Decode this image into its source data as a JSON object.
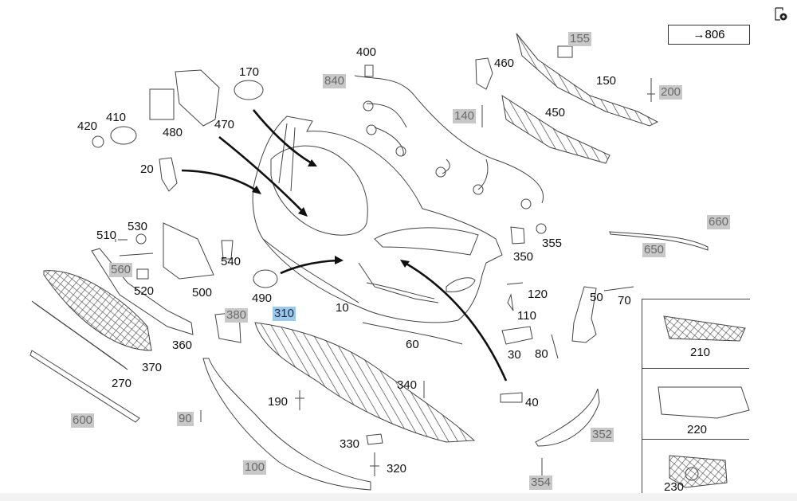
{
  "reference": "→806",
  "icons": {
    "toolbar": "add-document-icon"
  },
  "colors": {
    "highlight": "#9cc8ea",
    "muted_label": "#c8c8c8"
  },
  "labels": {
    "p10": "10",
    "p20": "20",
    "p30": "30",
    "p40": "40",
    "p50": "50",
    "p60": "60",
    "p70": "70",
    "p80": "80",
    "p90": "90",
    "p100": "100",
    "p110": "110",
    "p120": "120",
    "p140": "140",
    "p150": "150",
    "p155": "155",
    "p170": "170",
    "p190": "190",
    "p200": "200",
    "p210": "210",
    "p220": "220",
    "p230": "230",
    "p270": "270",
    "p310": "310",
    "p320": "320",
    "p330": "330",
    "p340": "340",
    "p350": "350",
    "p352": "352",
    "p354": "354",
    "p355": "355",
    "p360": "360",
    "p370": "370",
    "p380": "380",
    "p400": "400",
    "p410": "410",
    "p420": "420",
    "p450": "450",
    "p460": "460",
    "p470": "470",
    "p480": "480",
    "p490": "490",
    "p500": "500",
    "p510": "510",
    "p520": "520",
    "p530": "530",
    "p540": "540",
    "p560": "560",
    "p600": "600",
    "p650": "650",
    "p660": "660",
    "p840": "840"
  }
}
